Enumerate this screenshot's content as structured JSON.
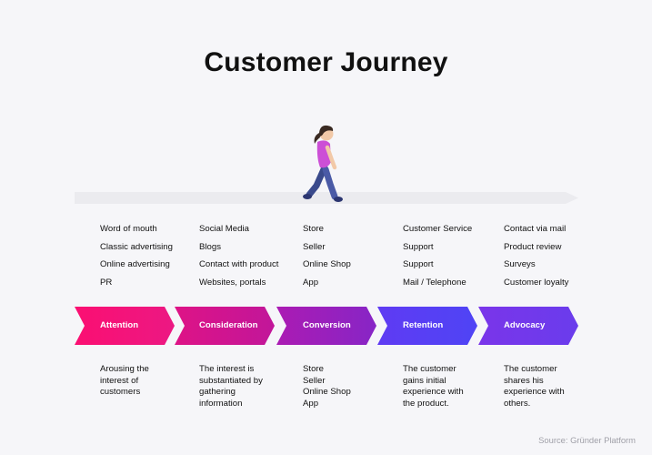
{
  "title": "Customer Journey",
  "colors": {
    "background": "#f6f6f9",
    "track": "#ebebef",
    "stages": [
      "#f5157a",
      "#d2148e",
      "#9a1fb8",
      "#5a3df2",
      "#7a35ea"
    ]
  },
  "touchpoints": [
    {
      "items": [
        "Word of mouth",
        "Classic advertising",
        "Online advertising",
        "PR"
      ]
    },
    {
      "items": [
        "Social Media",
        "Blogs",
        "Contact with product",
        "Websites, portals"
      ]
    },
    {
      "items": [
        "Store",
        "Seller",
        "Online Shop",
        "App"
      ]
    },
    {
      "items": [
        "Customer Service",
        "Support",
        "Support",
        "Mail / Telephone"
      ]
    },
    {
      "items": [
        "Contact via mail",
        "Product review",
        "Surveys",
        "Customer loyalty"
      ]
    }
  ],
  "stages": [
    {
      "label": "Attention",
      "description": [
        "Arousing the",
        "interest of",
        "customers"
      ]
    },
    {
      "label": "Consideration",
      "description": [
        "The interest is",
        "substantiated by",
        "gathering",
        "information"
      ]
    },
    {
      "label": "Conversion",
      "description": [
        "Store",
        "Seller",
        "Online Shop",
        "App"
      ]
    },
    {
      "label": "Retention",
      "description": [
        "The customer",
        "gains initial",
        "experience with",
        "the product."
      ]
    },
    {
      "label": "Advocacy",
      "description": [
        "The customer",
        "shares his",
        "experience with",
        "others."
      ]
    }
  ],
  "source": "Source: Gründer Platform"
}
